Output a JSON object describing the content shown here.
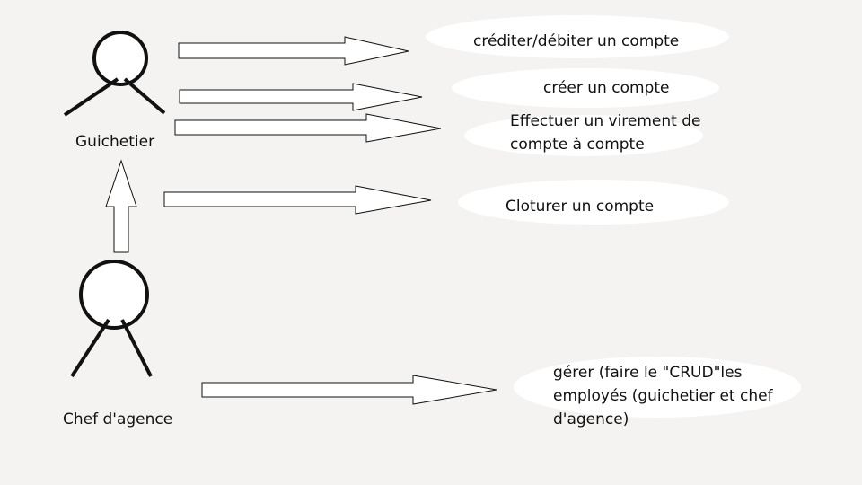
{
  "actors": {
    "guichetier": "Guichetier",
    "chef": "Chef d'agence"
  },
  "use_cases": {
    "crediter": "créditer/débiter un compte",
    "creer": "créer un compte",
    "virement_line1": "Effectuer un virement de",
    "virement_line2": "compte à compte",
    "cloturer": "Cloturer un compte",
    "gerer_line1": "gérer (faire le \"CRUD\"les",
    "gerer_line2": "employés (guichetier et chef",
    "gerer_line3": "d'agence)"
  },
  "colors": {
    "background": "#f4f3f1",
    "stroke": "#111111",
    "fill": "#ffffff"
  }
}
